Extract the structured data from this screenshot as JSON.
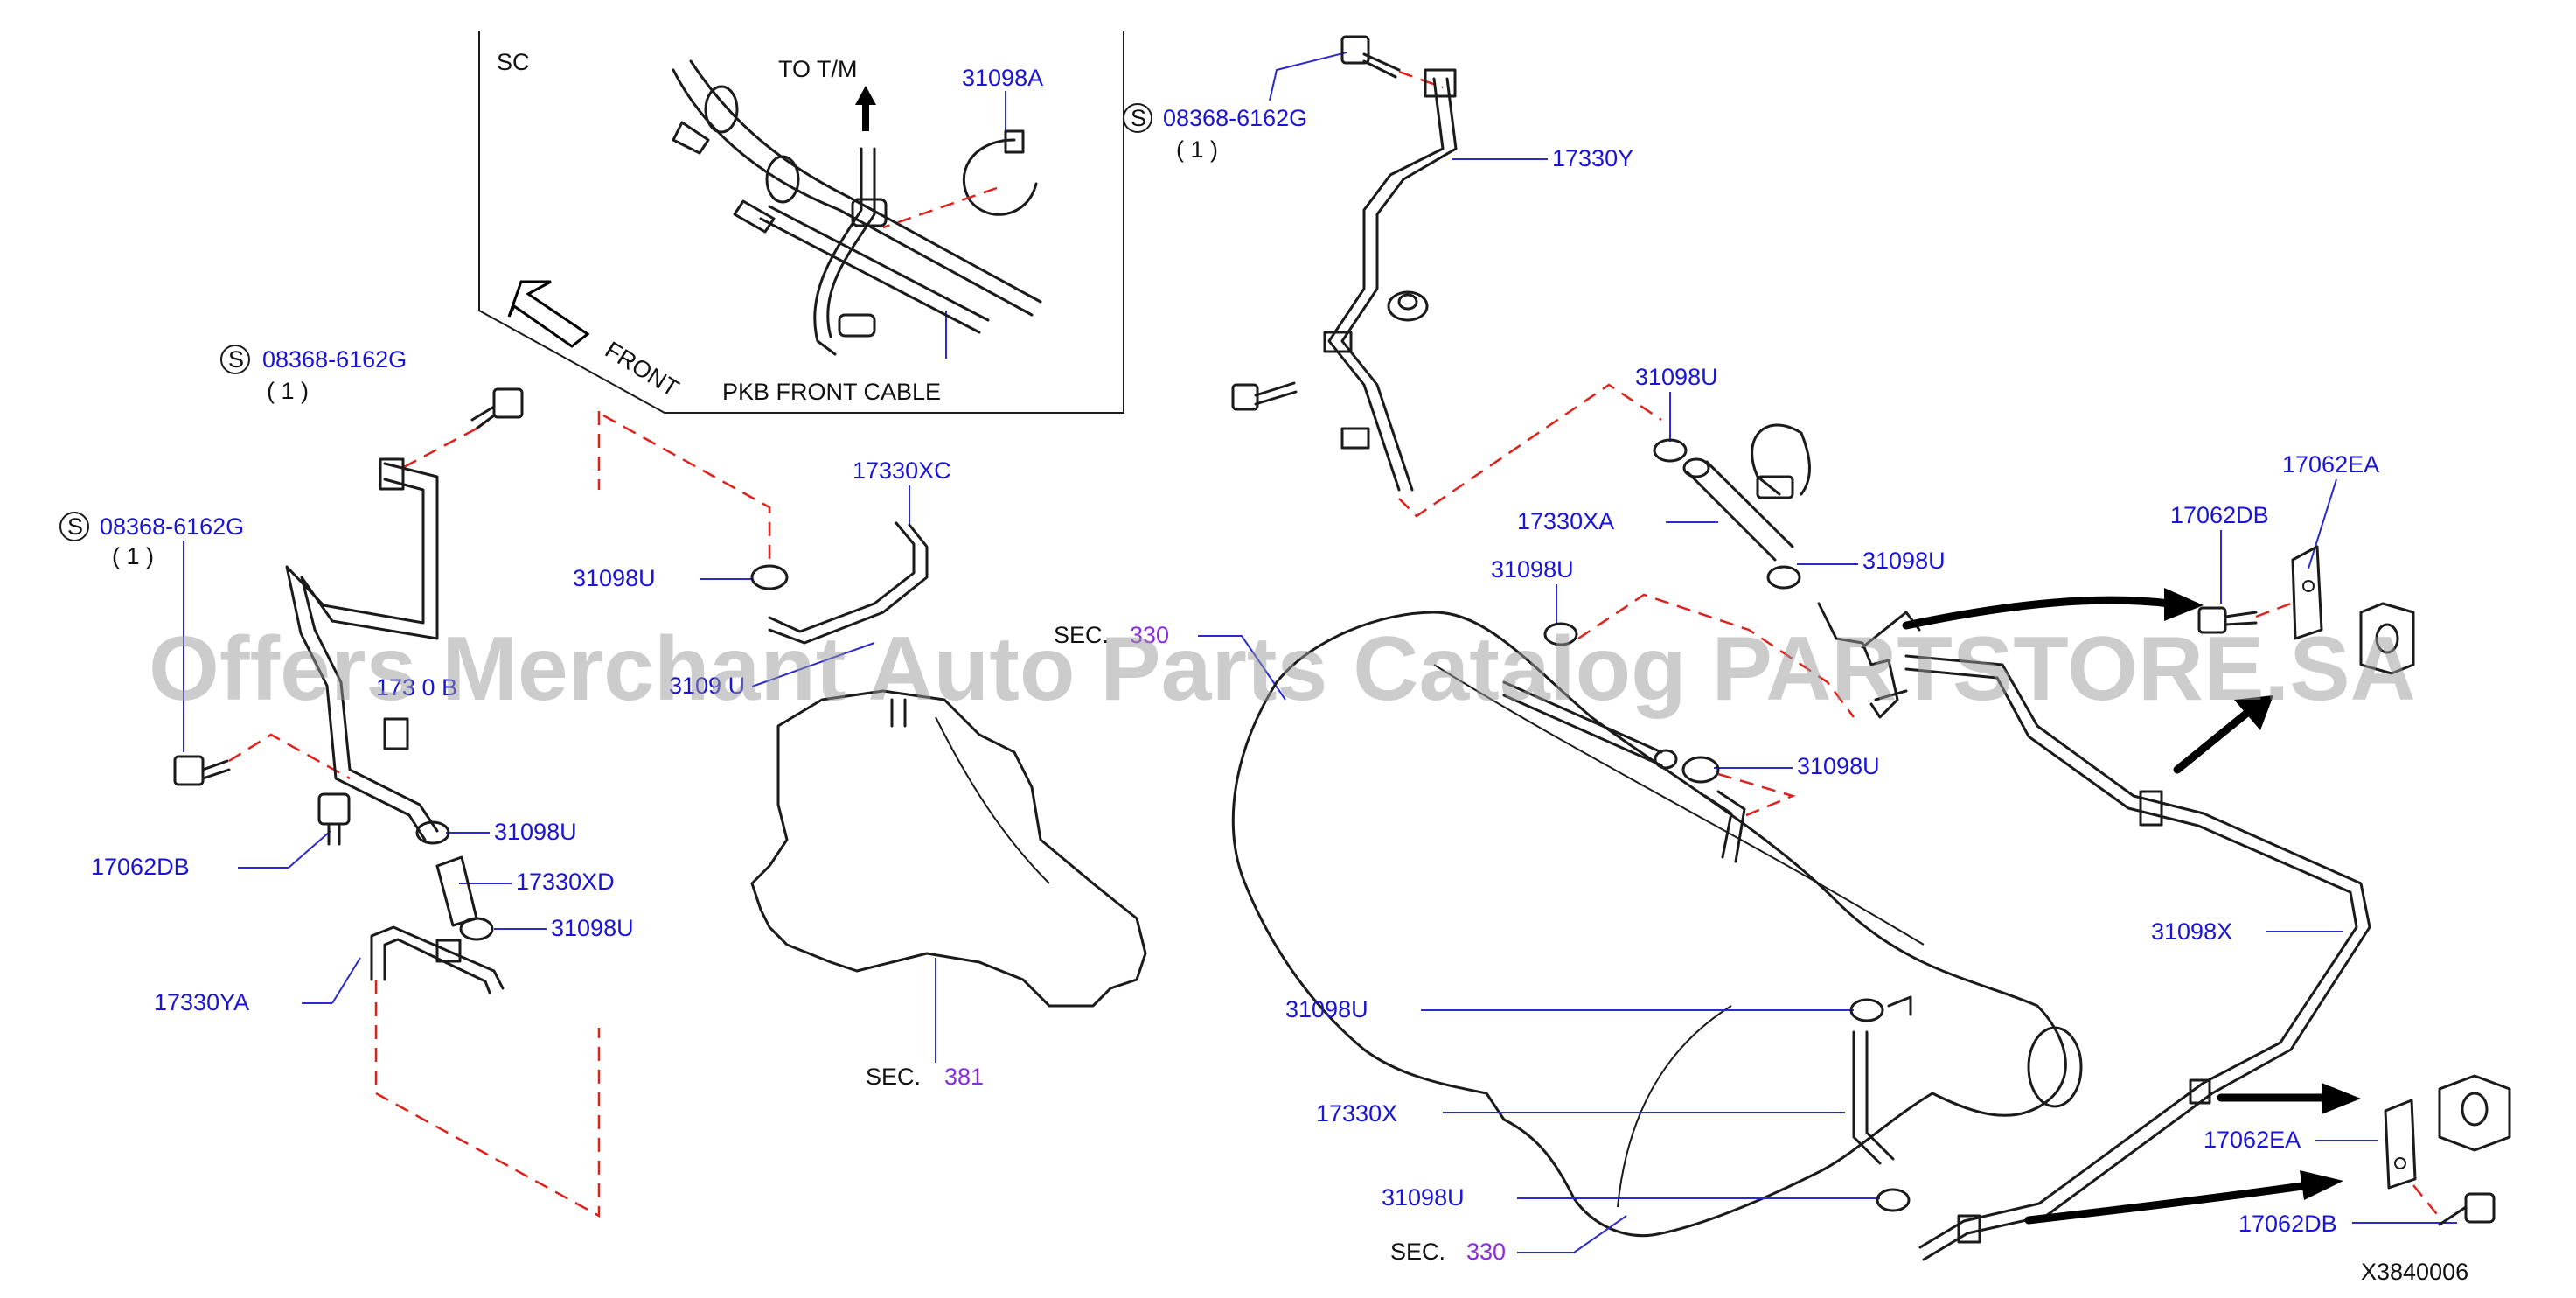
{
  "diagram_code": "X3840006",
  "inset": {
    "variant": "SC",
    "to_tm_label": "TO  T/M",
    "front_label": "FRONT",
    "pkb_label": "PKB  FRONT  CABLE"
  },
  "labels": {
    "s_symbol": "S",
    "bolt_part": "08368-6162G",
    "bolt_qty": "( 1 )",
    "p31098A": "31098A",
    "p17330Y": "17330Y",
    "p31098U": "31098U",
    "p17330XC": "17330XC",
    "p17330XA": "17330XA",
    "p17062EA": "17062EA",
    "p17062DB": "17062DB",
    "p17330XB_partial": "173  0  B",
    "p31098U_partial": "3109  U",
    "p17330XD": "17330XD",
    "p17330YA": "17330YA",
    "p31098X": "31098X",
    "p17330X": "17330X",
    "sec_label": "SEC.",
    "sec_381": "381",
    "sec_330": "330",
    "sec_330_partial": "330"
  },
  "watermark": "Offers Merchant Auto Parts Catalog PARTSTORE.SA",
  "colors": {
    "label_blue": "#1a14d8",
    "section_purple": "#8a2be2",
    "dash_red": "#e0201a",
    "line_black": "#1b1b1b"
  }
}
